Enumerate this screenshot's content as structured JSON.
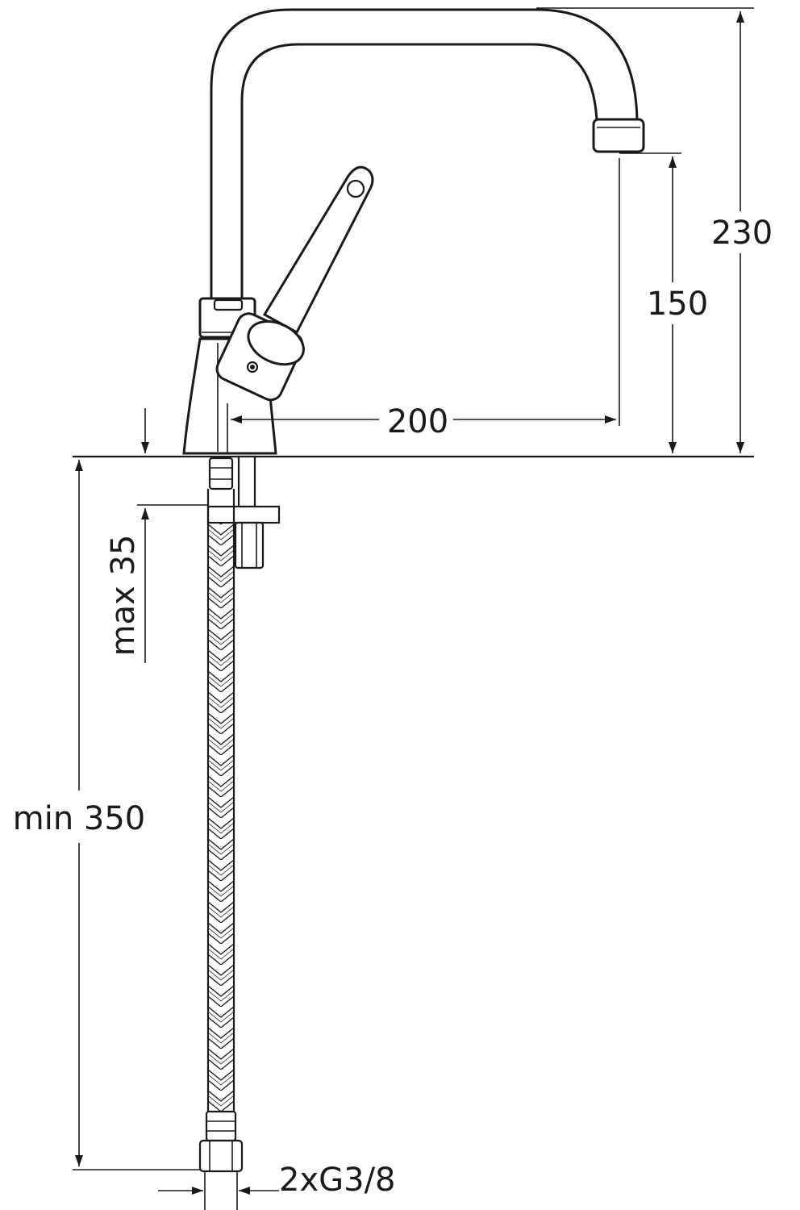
{
  "dimensions": {
    "total_height": "230",
    "outlet_height": "150",
    "reach": "200",
    "max_thickness": "max 35",
    "min_hose": "min 350",
    "connection": "2xG3/8"
  },
  "colors": {
    "ink": "#1a1a1a",
    "background": "#ffffff"
  }
}
